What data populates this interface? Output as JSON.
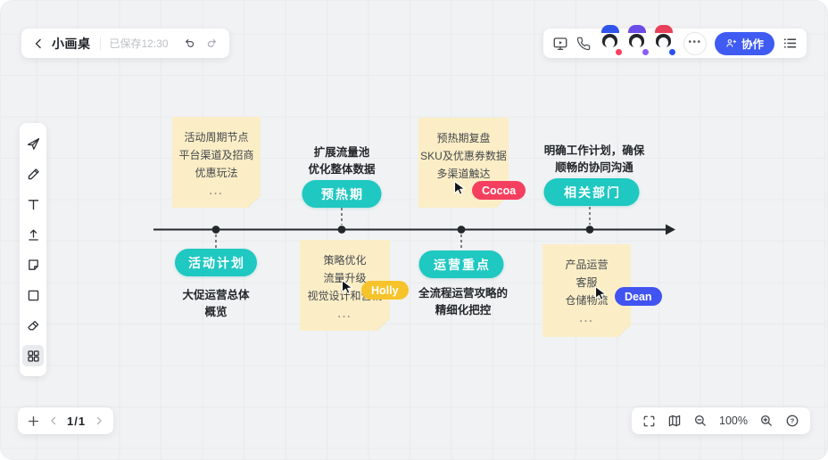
{
  "app": {
    "title": "小画桌",
    "saved_status": "已保存12:30",
    "collab_button": "协作",
    "accent_blue": "#3F5BF2"
  },
  "collaborators": [
    {
      "name": "Cocoa",
      "color": "#F53F5F"
    },
    {
      "name": "Holly",
      "color": "#F7C32B"
    },
    {
      "name": "Dean",
      "color": "#4154F1"
    }
  ],
  "toolbar_tools": [
    "select",
    "pen",
    "text",
    "upload",
    "sticky-note",
    "shape",
    "eraser",
    "more-apps"
  ],
  "board": {
    "accent_teal": "#1FC8C1",
    "note_color": "#FBEEC6",
    "pills": [
      {
        "label": "预热期"
      },
      {
        "label": "相关部门"
      },
      {
        "label": "活动计划"
      },
      {
        "label": "运营重点"
      }
    ],
    "notes": [
      {
        "lines": [
          "活动周期节点",
          "平台渠道及招商",
          "优惠玩法",
          "..."
        ]
      },
      {
        "lines": [
          "预热期复盘",
          "SKU及优惠券数据",
          "多渠道触达"
        ]
      },
      {
        "lines": [
          "策略优化",
          "流量升级",
          "视觉设计和营销",
          "..."
        ]
      },
      {
        "lines": [
          "产品运营",
          "客服",
          "仓储物流",
          "..."
        ]
      }
    ],
    "annotations": [
      {
        "lines": [
          "扩展流量池",
          "优化整体数据"
        ]
      },
      {
        "lines": [
          "明确工作计划，确保",
          "顺畅的协同沟通"
        ]
      },
      {
        "lines": [
          "大促运营总体",
          "概览"
        ]
      },
      {
        "lines": [
          "全流程运营攻略的",
          "精细化把控"
        ]
      }
    ]
  },
  "pager": {
    "page_indicator": "1/1"
  },
  "statusbar": {
    "zoom_level": "100%"
  }
}
